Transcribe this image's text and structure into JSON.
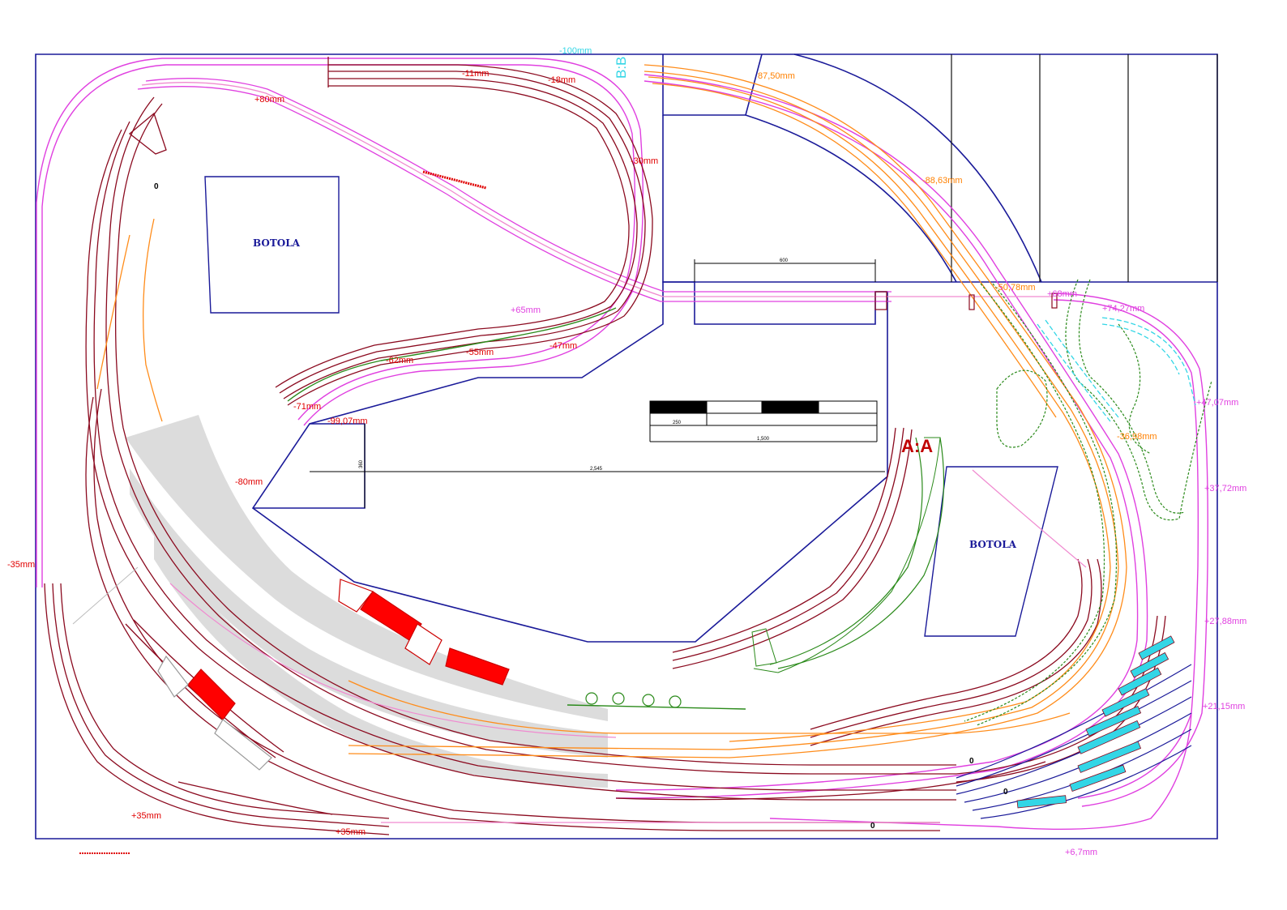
{
  "colors": {
    "border": "#1a1a99",
    "track_dark": "#8b0a1f",
    "track_magenta": "#e040e0",
    "track_pink": "#f08ad0",
    "track_orange": "#ff8c1a",
    "track_green": "#2a8a1a",
    "track_cyan": "#33d6e6",
    "track_navy": "#1a1a99",
    "platform": "#dcdcdc",
    "building": "#ff0000"
  },
  "labels": {
    "hatch_left": "BOTOLA",
    "hatch_right": "BOTOLA",
    "section_aa": "A:A",
    "section_bb": "B:B",
    "h_m100": "-100mm",
    "h_p80": "+80mm",
    "h_m11": "-11mm",
    "h_m18": "-18mm",
    "h_m30": "-30mm",
    "h_p65": "+65mm",
    "h_m47": "-47mm",
    "h_m55": "-55mm",
    "h_m62": "-62mm",
    "h_m71": "-71mm",
    "h_m9907": "-99,07mm",
    "h_m80": "-80mm",
    "h_m35": "-35mm",
    "h_p35a": "+35mm",
    "h_p35b": "+35mm",
    "h_8750": "87,50mm",
    "h_m8863": "-88,63mm",
    "h_m5078": "-50,78mm",
    "h_p68": "+68mm",
    "h_p7427": "+74,27mm",
    "h_p4807": "+47,07mm",
    "h_m3698": "-36,98mm",
    "h_p3772": "+37,72mm",
    "h_p2788": "+27,88mm",
    "h_p2115": "+21,15mm",
    "h_p67": "+6,7mm",
    "zero_a": "0",
    "zero_b": "0",
    "zero_c": "0",
    "zero_d": "0"
  },
  "dimensions": {
    "d_top": "600",
    "d_long": "2,545",
    "d_vert": "360",
    "scale_a": "250",
    "scale_b": "1,500"
  }
}
